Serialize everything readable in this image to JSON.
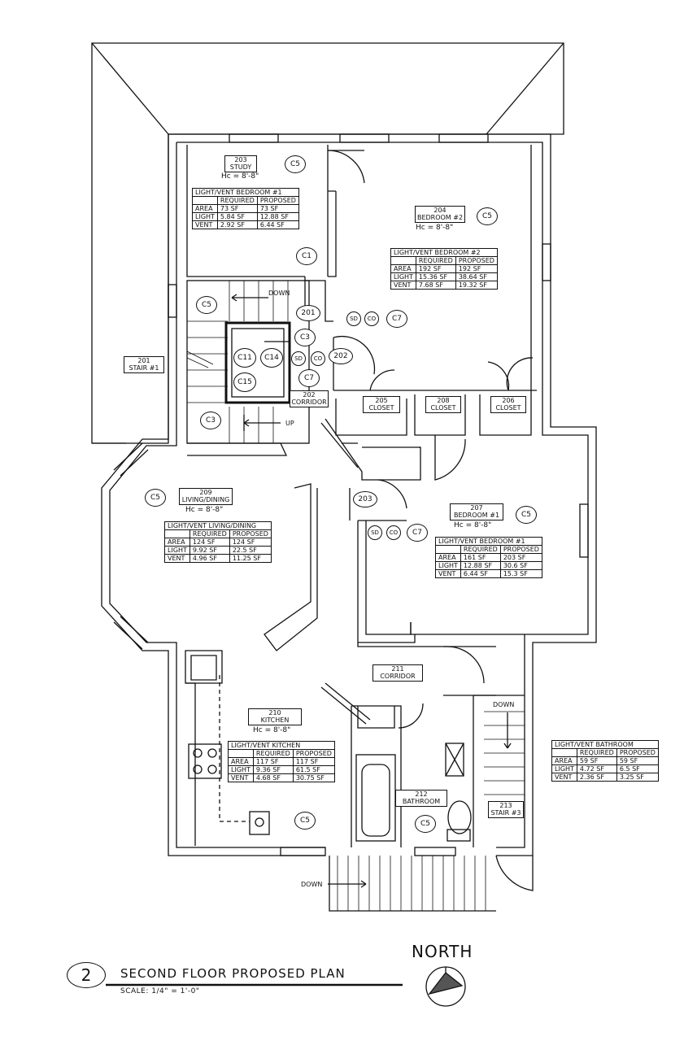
{
  "rooms": {
    "r203": {
      "num": "203",
      "name": "STUDY",
      "hc": "Hc = 8'-8\""
    },
    "r204": {
      "num": "204",
      "name": "BEDROOM #2",
      "hc": "Hc = 8'-8\""
    },
    "r201": {
      "num": "201",
      "name": "STAIR #1"
    },
    "r202": {
      "num": "202",
      "name": "CORRIDOR"
    },
    "r205": {
      "num": "205",
      "name": "CLOSET"
    },
    "r208": {
      "num": "208",
      "name": "CLOSET"
    },
    "r206": {
      "num": "206",
      "name": "CLOSET"
    },
    "r209": {
      "num": "209",
      "name": "LIVING/DINING",
      "hc": "Hc = 8'-8\""
    },
    "r207": {
      "num": "207",
      "name": "BEDROOM #1",
      "hc": "Hc = 8'-8\""
    },
    "r211": {
      "num": "211",
      "name": "CORRIDOR"
    },
    "r210": {
      "num": "210",
      "name": "KITCHEN",
      "hc": "Hc = 8'-8\""
    },
    "r212": {
      "num": "212",
      "name": "BATHROOM"
    },
    "r213": {
      "num": "213",
      "name": "STAIR #3"
    }
  },
  "tables": {
    "study": {
      "title": "LIGHT/VENT BEDROOM #1",
      "h1": "REQUIRED",
      "h2": "PROPOSED",
      "rows": [
        [
          "AREA",
          "73 SF",
          "73 SF"
        ],
        [
          "LIGHT",
          "5.84 SF",
          "12.88 SF"
        ],
        [
          "VENT",
          "2.92 SF",
          "6.44 SF"
        ]
      ]
    },
    "bed2": {
      "title": "LIGHT/VENT BEDROOM #2",
      "h1": "REQUIRED",
      "h2": "PROPOSED",
      "rows": [
        [
          "AREA",
          "192 SF",
          "192 SF"
        ],
        [
          "LIGHT",
          "15.36 SF",
          "38.64 SF"
        ],
        [
          "VENT",
          "7.68 SF",
          "19.32 SF"
        ]
      ]
    },
    "living": {
      "title": "LIGHT/VENT LIVING/DINING",
      "h1": "REQUIRED",
      "h2": "PROPOSED",
      "rows": [
        [
          "AREA",
          "124 SF",
          "124 SF"
        ],
        [
          "LIGHT",
          "9.92 SF",
          "22.5 SF"
        ],
        [
          "VENT",
          "4.96 SF",
          "11.25 SF"
        ]
      ]
    },
    "bed1": {
      "title": "LIGHT/VENT BEDROOM #1",
      "h1": "REQUIRED",
      "h2": "PROPOSED",
      "rows": [
        [
          "AREA",
          "161 SF",
          "203 SF"
        ],
        [
          "LIGHT",
          "12.88 SF",
          "30.6 SF"
        ],
        [
          "VENT",
          "6.44 SF",
          "15.3 SF"
        ]
      ]
    },
    "kitchen": {
      "title": "LIGHT/VENT KITCHEN",
      "h1": "REQUIRED",
      "h2": "PROPOSED",
      "rows": [
        [
          "AREA",
          "117 SF",
          "117 SF"
        ],
        [
          "LIGHT",
          "9.36 SF",
          "61.5 SF"
        ],
        [
          "VENT",
          "4.68 SF",
          "30.75 SF"
        ]
      ]
    },
    "bath": {
      "title": "LIGHT/VENT BATHROOM",
      "h1": "REQUIRED",
      "h2": "PROPOSED",
      "rows": [
        [
          "AREA",
          "59 SF",
          "59 SF"
        ],
        [
          "LIGHT",
          "4.72 SF",
          "6.5 SF"
        ],
        [
          "VENT",
          "2.36 SF",
          "3.25 SF"
        ]
      ]
    }
  },
  "tags": {
    "c5": "C5",
    "c1": "C1",
    "c3": "C3",
    "c7": "C7",
    "c11": "C11",
    "c14": "C14",
    "c15": "C15",
    "sd": "SD",
    "co": "CO",
    "d201": "201",
    "d202": "202",
    "d203": "203"
  },
  "stairs": {
    "down": "DOWN",
    "up": "UP"
  },
  "title": {
    "number": "2",
    "text": "SECOND FLOOR PROPOSED  PLAN",
    "scale": "SCALE:  1/4\" = 1'-0\""
  },
  "north": "NORTH"
}
